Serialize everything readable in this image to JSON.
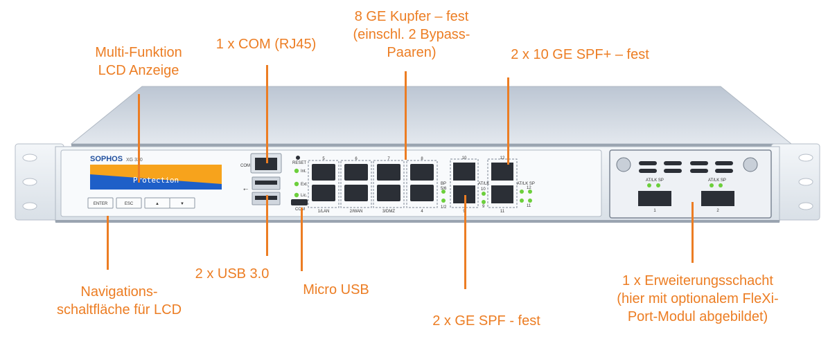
{
  "callouts": {
    "lcd_display": [
      "Multi-Funktion",
      "LCD Anzeige"
    ],
    "com_port": [
      "1 x COM (RJ45)"
    ],
    "copper_ports": [
      "8 GE Kupfer – fest",
      "(einschl. 2 Bypass-",
      "Paaren)"
    ],
    "sfp_plus": [
      "2 x 10 GE SPF+ – fest"
    ],
    "nav_buttons": [
      "Navigations-",
      "schaltfläche für LCD"
    ],
    "usb": [
      "2 x USB 3.0"
    ],
    "micro_usb": [
      "Micro USB"
    ],
    "sfp": [
      "2 x GE SPF - fest"
    ],
    "expansion_bay": [
      "1 x Erweiterungsschacht",
      "(hier mit optionalem FleXi-",
      "Port-Modul abgebildet)"
    ]
  },
  "device": {
    "brand": "SOPHOS",
    "model": "XG 330",
    "lcd_text": "Protection",
    "buttons": [
      "ENTER",
      "ESC",
      "▲",
      "▼"
    ],
    "com_label": "COM",
    "reset_label": "RESET",
    "status_leds": [
      "Int.",
      "Ext.",
      "Lic."
    ],
    "micro_usb_label": "COM",
    "copper_port_top": [
      "5",
      "6",
      "7",
      "8"
    ],
    "copper_port_bottom": [
      "1/LAN",
      "2/WAN",
      "3/DMZ",
      "4"
    ],
    "bp_labels": [
      "BP",
      "5/6",
      "1/2"
    ],
    "sfp_top": "10",
    "sfp_bottom": "9",
    "sfp_led_labels": [
      "AT/LK",
      "10",
      "9"
    ],
    "sfp_plus_top": "12",
    "sfp_plus_bottom": "11",
    "sfp_plus_led_labels": [
      "AT/LK SP",
      "12",
      "11"
    ],
    "module_led_labels": [
      "AT/LK SP",
      "AT/LK SP"
    ],
    "module_ports": [
      "1",
      "2"
    ]
  },
  "colors": {
    "accent": "#ec7d23",
    "lcd_orange": "#f7a31c",
    "lcd_blue": "#1e5fc8",
    "brand_blue": "#1f4f9e",
    "led_green": "#6ccf3c"
  }
}
